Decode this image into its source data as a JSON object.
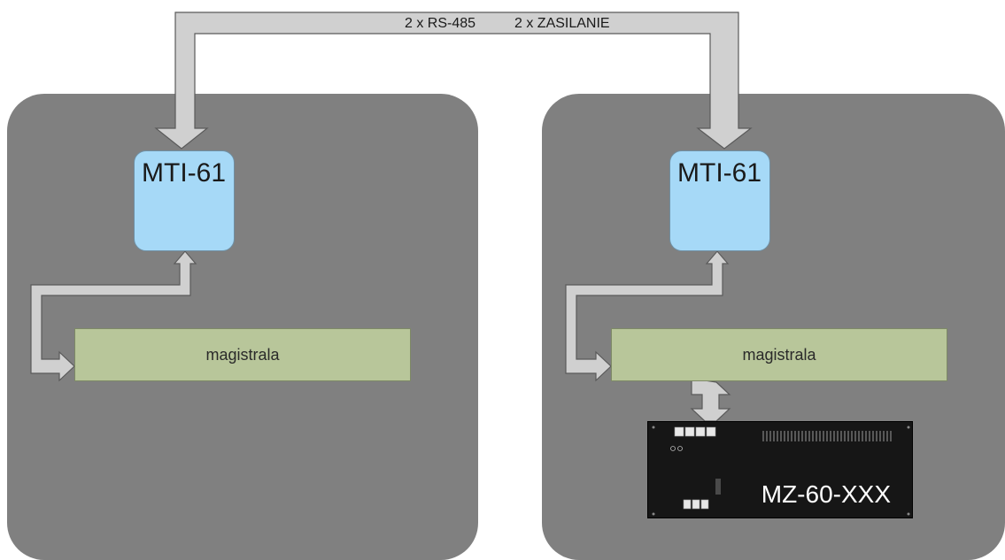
{
  "diagram": {
    "top_link_labels": [
      "2 x RS-485",
      "2 x ZASILANIE"
    ],
    "left_unit": {
      "mti_label": "MTI-61",
      "bus_label": "magistrala"
    },
    "right_unit": {
      "mti_label": "MTI-61",
      "bus_label": "magistrala",
      "device_label": "MZ-60-XXX"
    }
  },
  "colors": {
    "panel": "#808080",
    "arrow": "#d0d0d0",
    "mti_box": "#a6d9f7",
    "bus_box": "#b8c69a",
    "device": "#161616"
  }
}
